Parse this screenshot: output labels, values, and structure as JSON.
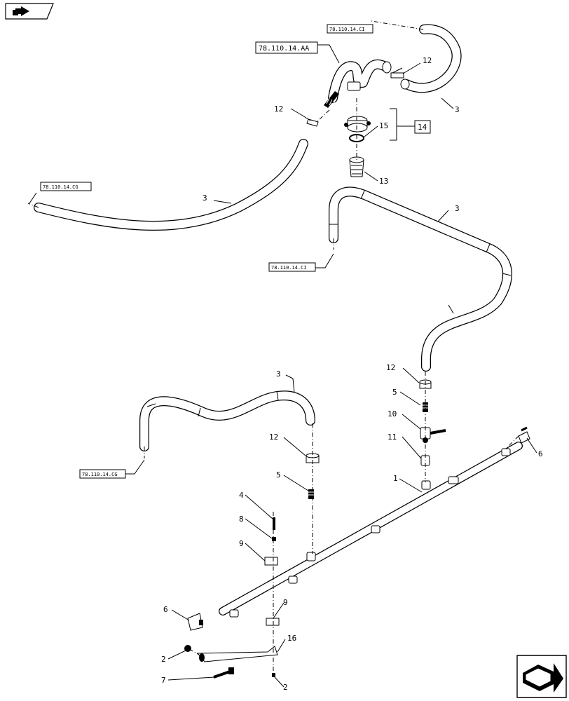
{
  "callouts": {
    "c1": "1",
    "c2a": "2",
    "c2b": "2",
    "c3a": "3",
    "c3b": "3",
    "c3c": "3",
    "c3d": "3",
    "c4": "4",
    "c5a": "5",
    "c5b": "5",
    "c6a": "6",
    "c6b": "6",
    "c7": "7",
    "c8": "8",
    "c9a": "9",
    "c9b": "9",
    "c10": "10",
    "c11": "11",
    "c12a": "12",
    "c12b": "12",
    "c12c": "12",
    "c12d": "12",
    "c13": "13",
    "c14": "14",
    "c15": "15",
    "c16": "16"
  },
  "refs": {
    "r_top_right": "78.110.14.CI",
    "r_top_main": "78.110.14.AA",
    "r_left": "78.110.14.CG",
    "r_mid": "78.110.14.CI",
    "r_bottom_left": "78.110.14.CG"
  },
  "icons": {
    "top_left": "navigation-arrow-icon",
    "bottom_right": "navigation-arrow-icon"
  }
}
